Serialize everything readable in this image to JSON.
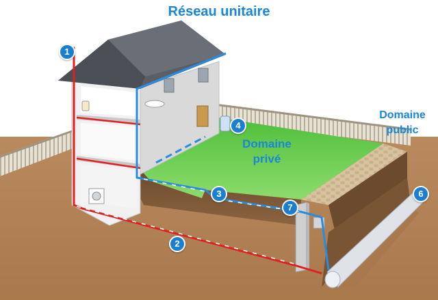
{
  "title": "Réseau unitaire",
  "labels": {
    "domaine_prive": [
      "Domaine",
      "privé"
    ],
    "domaine_public": [
      "Domaine",
      "public"
    ]
  },
  "markers": [
    "1",
    "2",
    "3",
    "4",
    "6",
    "7"
  ],
  "colors": {
    "accent_blue": "#1a86d8",
    "wastewater_red": "#e02020",
    "rainwater_blue": "#2a8be0",
    "lawn": "#5dc94a",
    "soil": "#b88a5c",
    "roof": "#5a5f66"
  }
}
